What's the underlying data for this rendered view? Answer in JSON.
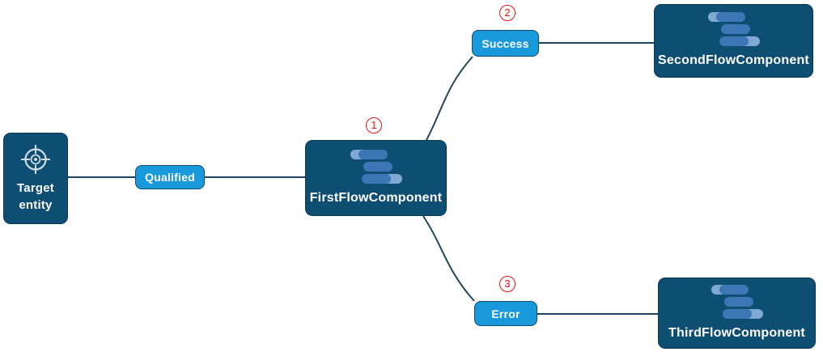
{
  "diagram_type": "flow-component-diagram",
  "nodes": {
    "target": {
      "label": "Target entity",
      "icon": "crosshair-target-icon"
    },
    "first": {
      "label": "FirstFlowComponent",
      "icon": "flow-bars-icon"
    },
    "second": {
      "label": "SecondFlowComponent",
      "icon": "flow-bars-icon"
    },
    "third": {
      "label": "ThirdFlowComponent",
      "icon": "flow-bars-icon"
    }
  },
  "edge_labels": {
    "qualified": "Qualified",
    "success": "Success",
    "error": "Error"
  },
  "step_badges": [
    "1",
    "2",
    "3"
  ],
  "edges": [
    {
      "from": "target",
      "to": "first",
      "label": "Qualified"
    },
    {
      "from": "first",
      "to": "second",
      "label": "Success",
      "badge": "2"
    },
    {
      "from": "first",
      "to": "third",
      "label": "Error",
      "badge": "3"
    }
  ],
  "colors": {
    "node_bg": "#0e4e72",
    "node_border": "#0a3a52",
    "edge_label_bg": "#1899db",
    "edge_label_border": "#174a67",
    "connector_line": "#1d4560",
    "badge_red": "#ee1111",
    "icon_bar_medium": "#3c76b5",
    "icon_bar_light": "#7fa9d4",
    "node_text": "#ffffff",
    "background": "#ffffff"
  }
}
